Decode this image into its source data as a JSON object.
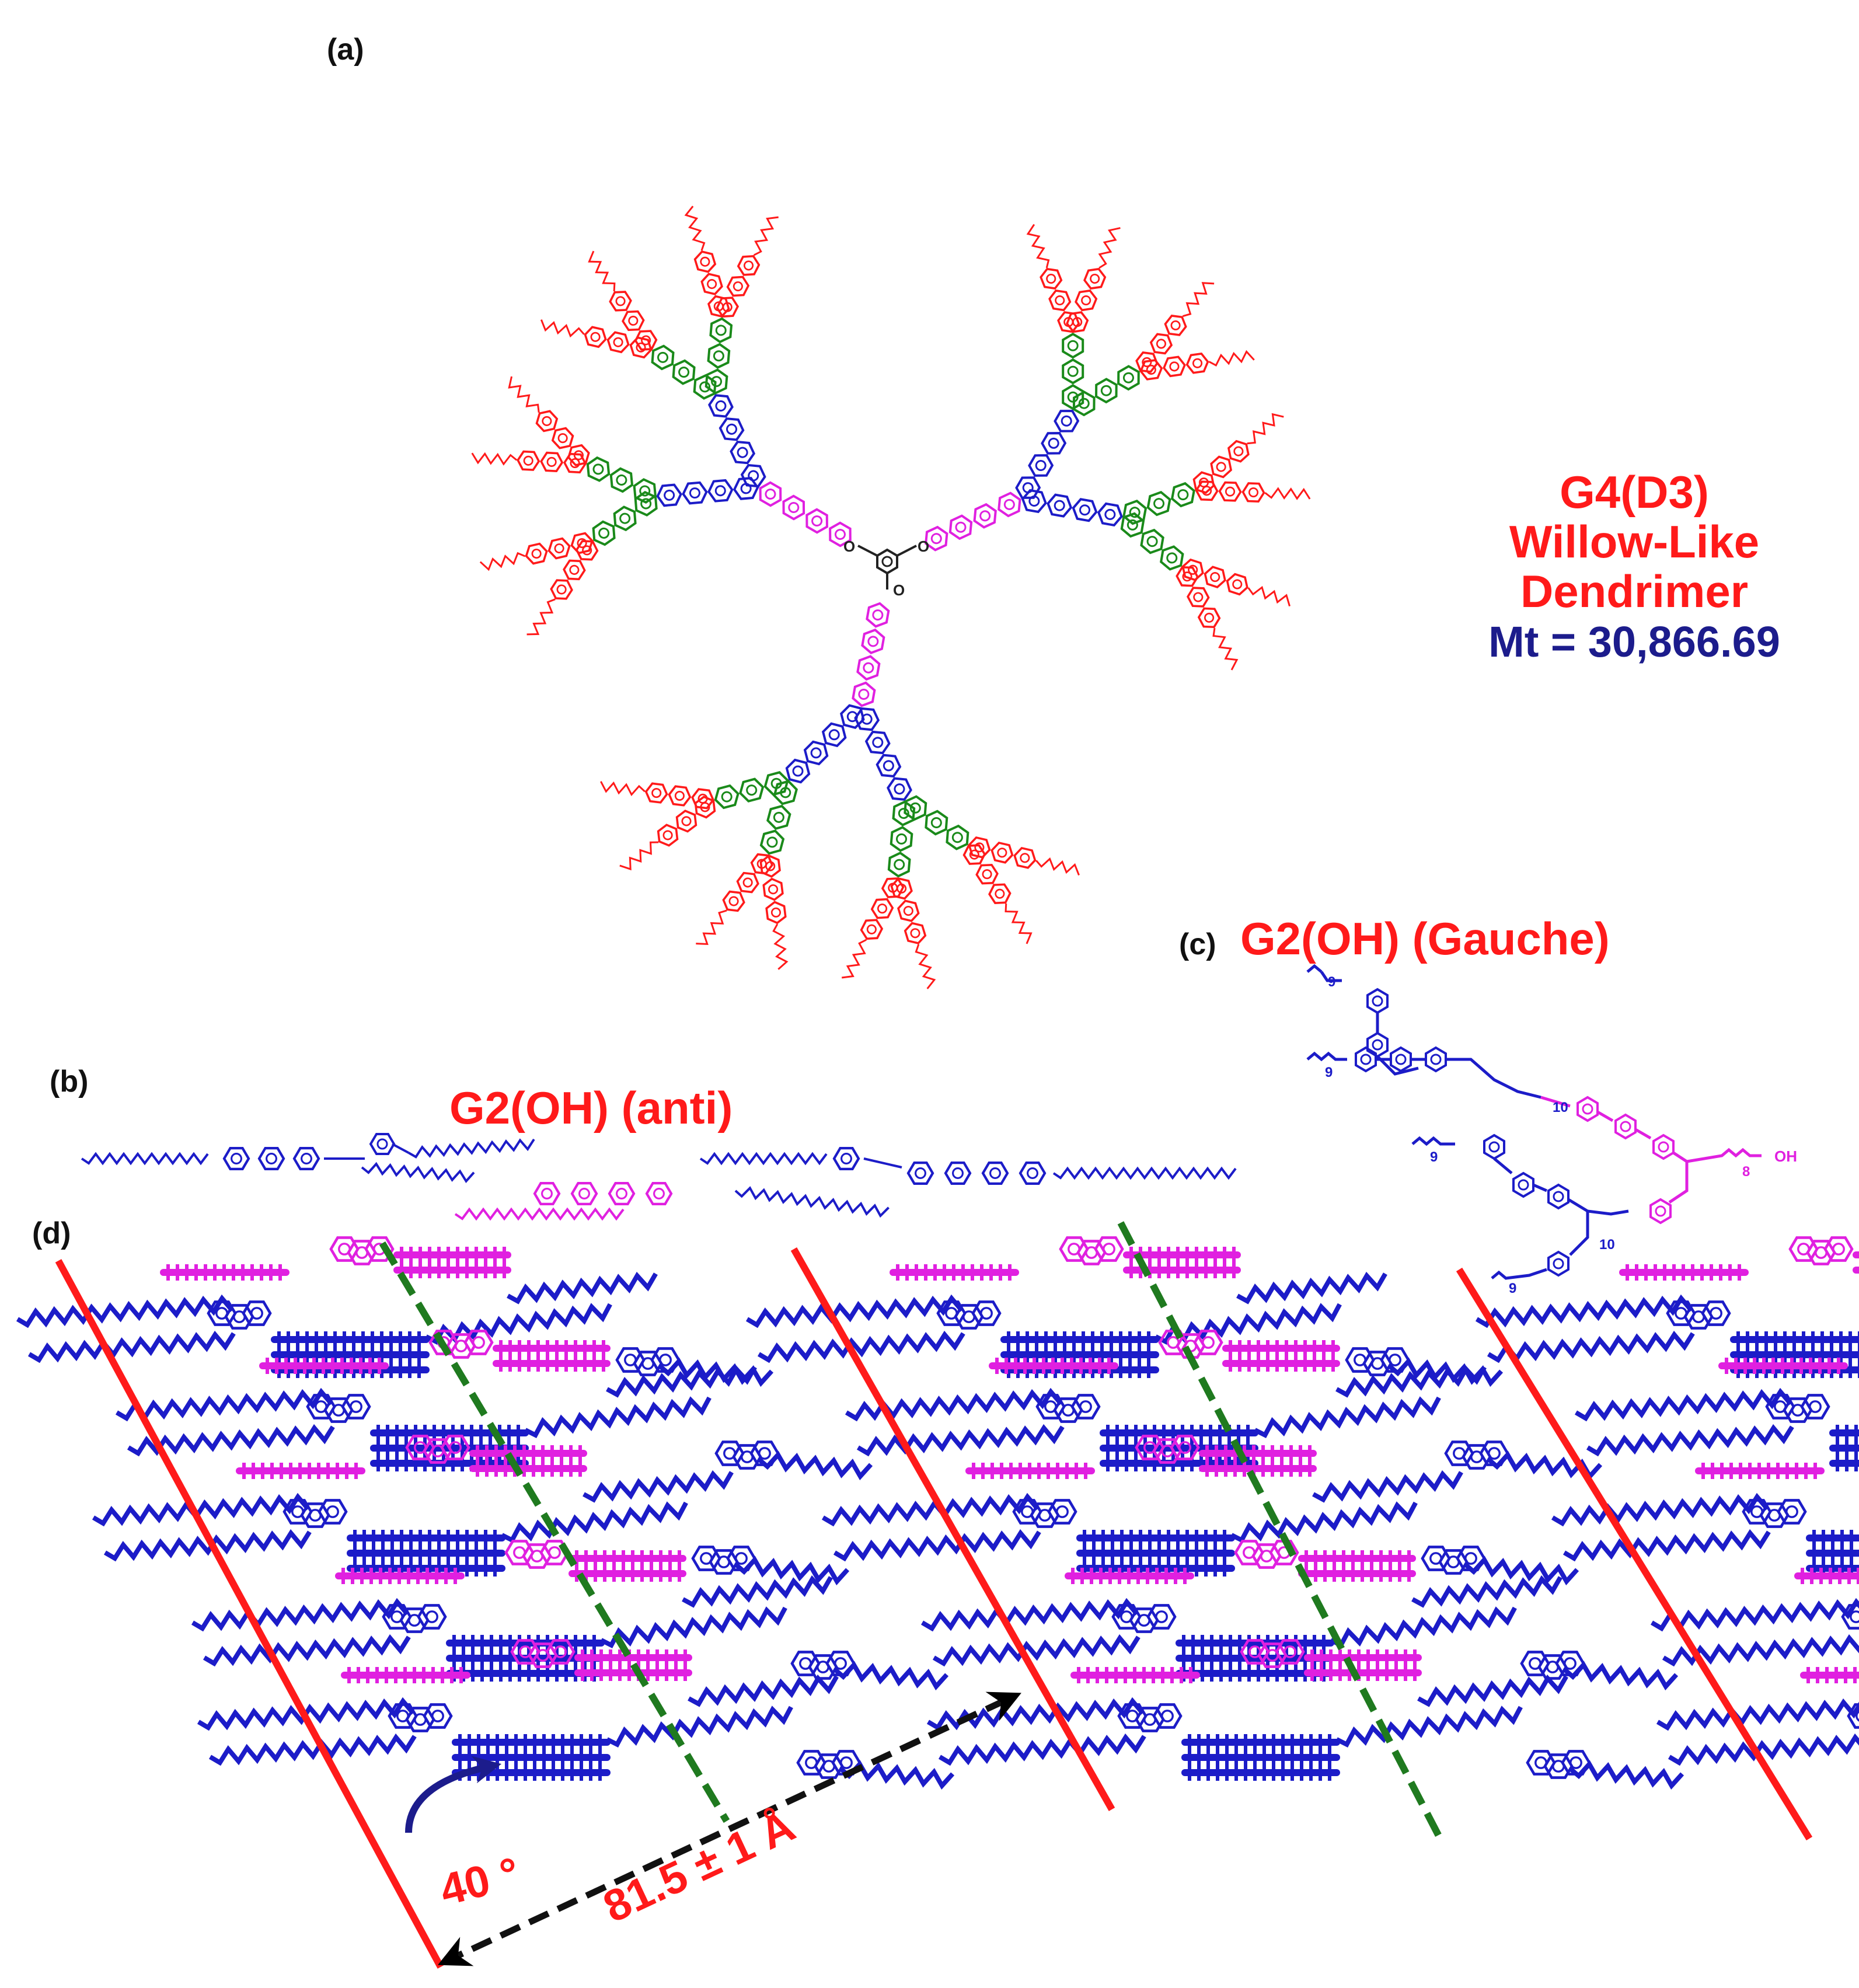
{
  "panels": {
    "a": "(a)",
    "b": "(b)",
    "c": "(c)",
    "d": "(d)"
  },
  "dendrimer": {
    "title_line1": "G4(D3)",
    "title_line2": "Willow-Like",
    "title_line3": "Dendrimer",
    "mass": "Mt = 30,866.69"
  },
  "anti": {
    "title": "G2(OH) (anti)"
  },
  "gauche": {
    "title": "G2(OH) (Gauche)",
    "sub_9a": "9",
    "sub_9b": "9",
    "sub_10a": "10",
    "sub_9c": "9",
    "sub_10b": "10",
    "sub_8": "8",
    "oh": "OH",
    "sub_9d": "9"
  },
  "packing": {
    "angle": "40 °",
    "spacing": "81.5 ± 1 Å"
  },
  "branch_labels": {
    "ten": "10",
    "nine": "9",
    "eight": "8"
  },
  "colors": {
    "red": "#ff1a1a",
    "green": "#1a8a1a",
    "blue": "#1c1cc8",
    "magenta": "#e020e0",
    "core": "#222222",
    "navy": "#1c1c8c",
    "dash_green": "#1f7a1f"
  }
}
